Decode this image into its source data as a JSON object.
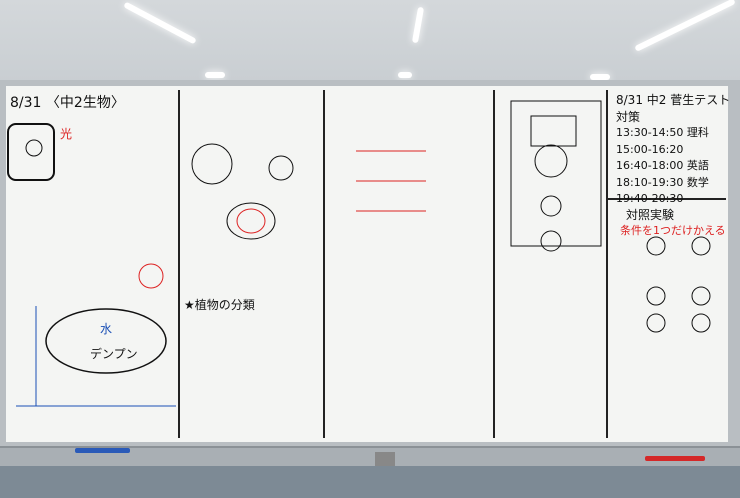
{
  "left_panel": {
    "date": "8/31",
    "title": "〈中2生物〉"
  },
  "schedule": {
    "title": "8/31 中2 菅生テスト対策",
    "rows": [
      {
        "time": "13:30-14:50",
        "subject": "理科"
      },
      {
        "time": "15:00-16:20",
        "subject": ""
      },
      {
        "time": "16:40-18:00",
        "subject": "英語"
      },
      {
        "time": "18:10-19:30",
        "subject": "数学"
      },
      {
        "time": "19:40-20:30",
        "subject": ""
      }
    ]
  },
  "experiment": {
    "title": "対照実験",
    "note": "条件を1つだけかえる"
  },
  "labels": {
    "plant_classification": "★植物の分類",
    "photosynthesis": "光",
    "water": "水",
    "starch": "デンプン"
  }
}
